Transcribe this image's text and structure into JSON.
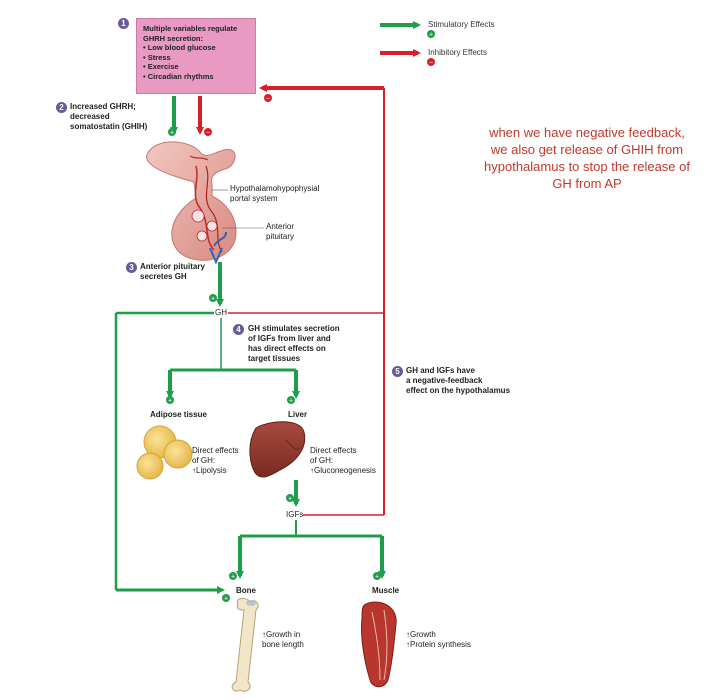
{
  "legend": {
    "stimulatory": "Stimulatory Effects",
    "inhibitory": "Inhibitory Effects"
  },
  "steps": {
    "s1_num": "1",
    "s1_lines": [
      "Multiple variables regulate",
      "GHRH secretion:",
      "• Low blood glucose",
      "• Stress",
      "• Exercise",
      "• Circadian rhythms"
    ],
    "s2_num": "2",
    "s2_lines": [
      "Increased GHRH;",
      "decreased",
      "somatostatin (GHIH)"
    ],
    "s3_num": "3",
    "s3_lines": [
      "Anterior pituitary",
      "secretes GH"
    ],
    "s4_num": "4",
    "s4_lines": [
      "GH stimulates secretion",
      "of IGFs from liver and",
      "has direct effects on",
      "target tissues"
    ],
    "s5_num": "5",
    "s5_lines": [
      "GH and IGFs have",
      "a negative-feedback",
      "effect on the hypothalamus"
    ]
  },
  "labels": {
    "portal": [
      "Hypothalamohypophysial",
      "portal system"
    ],
    "anterior": [
      "Anterior",
      "pituitary"
    ],
    "gh": "GH",
    "igfs": "IGFs",
    "adipose": "Adipose tissue",
    "liver": "Liver",
    "adipose_effects": [
      "Direct effects",
      "of GH:",
      "↑Lipolysis"
    ],
    "liver_effects": [
      "Direct effects",
      "of GH:",
      "↑Gluconeogenesis"
    ],
    "bone": "Bone",
    "muscle": "Muscle",
    "bone_effects": [
      "↑Growth in",
      "bone length"
    ],
    "muscle_effects": [
      "↑Growth",
      "↑Protein synthesis"
    ]
  },
  "signs": {
    "plus": "+",
    "minus": "−"
  },
  "annotation": [
    "when we have negative feedback,",
    "we also get release of GHIH from",
    "hypothalamus to stop the release of",
    "GH from AP"
  ],
  "colors": {
    "stimulatory": "#1e9e4a",
    "inhibitory": "#d81e2a",
    "box": "#e89ac2",
    "step_badge": "#6a5a9a",
    "annotation": "#c0392b"
  }
}
